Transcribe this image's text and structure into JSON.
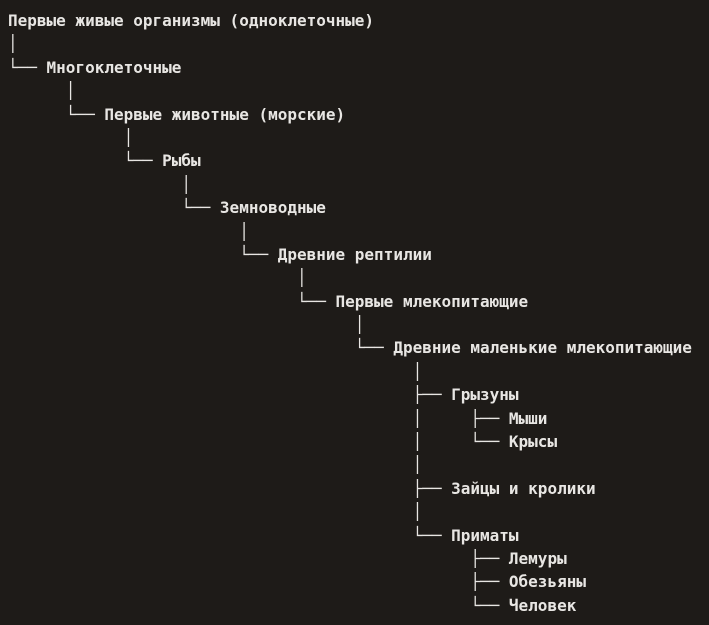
{
  "colors": {
    "background": "#1e1b18",
    "foreground": "#e8e6e3"
  },
  "tree": {
    "type": "text-tree",
    "root_label": "Первые живые организмы (одноклеточные)",
    "lines": [
      {
        "indent": 0,
        "text": "Первые живые организмы (одноклеточные)"
      },
      {
        "indent": 0,
        "text": "│"
      },
      {
        "indent": 0,
        "text": "└── Многоклеточные"
      },
      {
        "indent": 6,
        "text": "│"
      },
      {
        "indent": 6,
        "text": "└── Первые животные (морские)"
      },
      {
        "indent": 12,
        "text": "│"
      },
      {
        "indent": 12,
        "text": "└── Рыбы"
      },
      {
        "indent": 18,
        "text": "│"
      },
      {
        "indent": 18,
        "text": "└── Земноводные"
      },
      {
        "indent": 24,
        "text": "│"
      },
      {
        "indent": 24,
        "text": "└── Древние рептилии"
      },
      {
        "indent": 30,
        "text": "│"
      },
      {
        "indent": 30,
        "text": "└── Первые млекопитающие"
      },
      {
        "indent": 36,
        "text": "│"
      },
      {
        "indent": 36,
        "text": "└── Древние маленькие млекопитающие"
      },
      {
        "indent": 42,
        "text": "│"
      },
      {
        "indent": 42,
        "text": "├── Грызуны"
      },
      {
        "indent": 42,
        "text": "│     ├── Мыши"
      },
      {
        "indent": 42,
        "text": "│     └── Крысы"
      },
      {
        "indent": 42,
        "text": "│"
      },
      {
        "indent": 42,
        "text": "├── Зайцы и кролики"
      },
      {
        "indent": 42,
        "text": "│"
      },
      {
        "indent": 42,
        "text": "└── Приматы"
      },
      {
        "indent": 48,
        "text": "├── Лемуры"
      },
      {
        "indent": 48,
        "text": "├── Обезьяны"
      },
      {
        "indent": 48,
        "text": "└── Человек"
      }
    ],
    "hierarchy": {
      "label": "Первые живые организмы (одноклеточные)",
      "children": [
        {
          "label": "Многоклеточные",
          "children": [
            {
              "label": "Первые животные (морские)",
              "children": [
                {
                  "label": "Рыбы",
                  "children": [
                    {
                      "label": "Земноводные",
                      "children": [
                        {
                          "label": "Древние рептилии",
                          "children": [
                            {
                              "label": "Первые млекопитающие",
                              "children": [
                                {
                                  "label": "Древние маленькие млекопитающие",
                                  "children": [
                                    {
                                      "label": "Грызуны",
                                      "children": [
                                        {
                                          "label": "Мыши",
                                          "children": []
                                        },
                                        {
                                          "label": "Крысы",
                                          "children": []
                                        }
                                      ]
                                    },
                                    {
                                      "label": "Зайцы и кролики",
                                      "children": []
                                    },
                                    {
                                      "label": "Приматы",
                                      "children": [
                                        {
                                          "label": "Лемуры",
                                          "children": []
                                        },
                                        {
                                          "label": "Обезьяны",
                                          "children": []
                                        },
                                        {
                                          "label": "Человек",
                                          "children": []
                                        }
                                      ]
                                    }
                                  ]
                                }
                              ]
                            }
                          ]
                        }
                      ]
                    }
                  ]
                }
              ]
            }
          ]
        }
      ]
    }
  }
}
